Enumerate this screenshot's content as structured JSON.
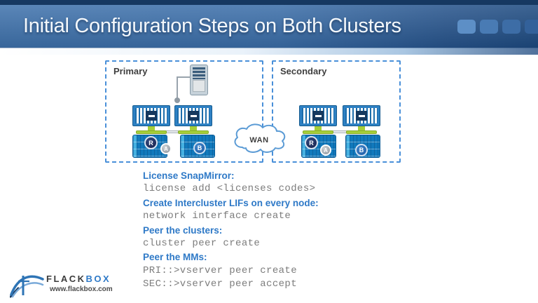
{
  "header": {
    "title": "Initial Configuration Steps on Both Clusters",
    "decoration_squares": [
      "#5d8fc6",
      "#497bb4",
      "#3d6da6",
      "#33619a"
    ]
  },
  "diagram": {
    "primary_label": "Primary",
    "secondary_label": "Secondary",
    "wan_label": "WAN",
    "badge_letters": {
      "dark": "R",
      "grey": "A",
      "blue": "B"
    }
  },
  "commands": {
    "lines": [
      {
        "type": "label",
        "text": "License SnapMirror:"
      },
      {
        "type": "command",
        "text": "license add <licenses codes>"
      },
      {
        "type": "label",
        "text": "Create Intercluster LIFs on every node:"
      },
      {
        "type": "command",
        "text": "network interface create"
      },
      {
        "type": "label",
        "text": "Peer the clusters:"
      },
      {
        "type": "command",
        "text": "cluster peer create"
      },
      {
        "type": "label",
        "text": "Peer the MMs:"
      },
      {
        "type": "command",
        "text": "PRI::>vserver peer create"
      },
      {
        "type": "command",
        "text": "SEC::>vserver peer accept"
      }
    ]
  },
  "footer": {
    "brand_first": "FLACK",
    "brand_second": "BOX",
    "website": "www.flackbox.com"
  },
  "colors": {
    "banner_blue": "#2f5d95",
    "label_blue": "#2e79c7",
    "command_grey": "#7c7c7c",
    "box_border_blue": "#4a90d9",
    "controller_blue": "#2e81c4",
    "shelf_blue": "#1179bc",
    "stand_green": "#a6ce39",
    "navy_badge": "#1c2f5e"
  }
}
